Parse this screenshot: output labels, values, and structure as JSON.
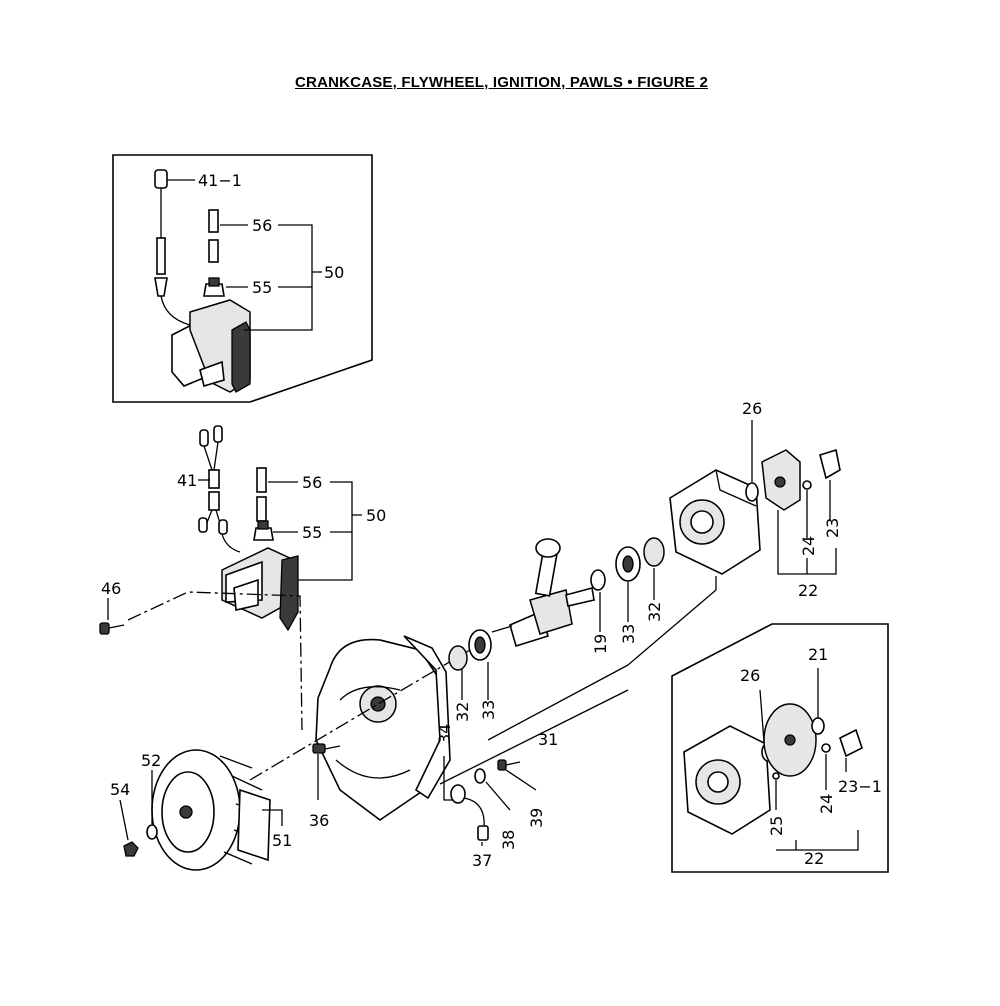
{
  "title": "CRANKCASE, FLYWHEEL, IGNITION, PAWLS  •  FIGURE 2",
  "callouts": {
    "c41_1": "41−1",
    "c56_inset": "56",
    "c55_inset": "55",
    "c50_inset": "50",
    "c41": "41",
    "c56": "56",
    "c55": "55",
    "c50": "50",
    "c46": "46",
    "c26": "26",
    "c24": "24",
    "c23": "23",
    "c22": "22",
    "c19": "19",
    "c33": "33",
    "c32": "32",
    "c32b": "32",
    "c33b": "33",
    "c34": "34",
    "c31": "31",
    "c52": "52",
    "c54": "54",
    "c51": "51",
    "c36": "36",
    "c37": "37",
    "c38": "38",
    "c39": "39",
    "c21": "21",
    "c26b": "26",
    "c23_1": "23−1",
    "c24b": "24",
    "c25": "25",
    "c22b": "22"
  }
}
